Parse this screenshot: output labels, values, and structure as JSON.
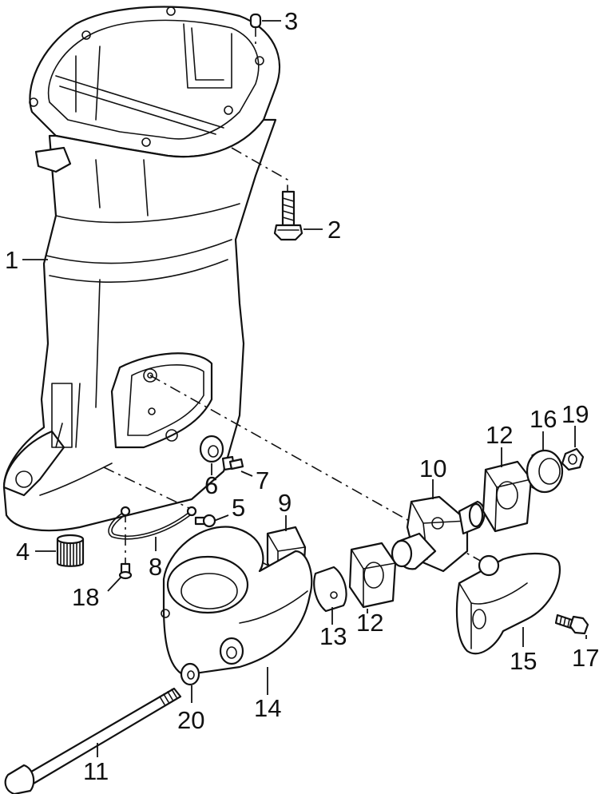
{
  "callouts": {
    "c1": "1",
    "c2": "2",
    "c3": "3",
    "c4": "4",
    "c5": "5",
    "c6": "6",
    "c7": "7",
    "c8": "8",
    "c9": "9",
    "c10": "10",
    "c11": "11",
    "c12a": "12",
    "c12b": "12",
    "c13": "13",
    "c14": "14",
    "c15": "15",
    "c16": "16",
    "c17": "17",
    "c18": "18",
    "c19": "19",
    "c20": "20"
  }
}
